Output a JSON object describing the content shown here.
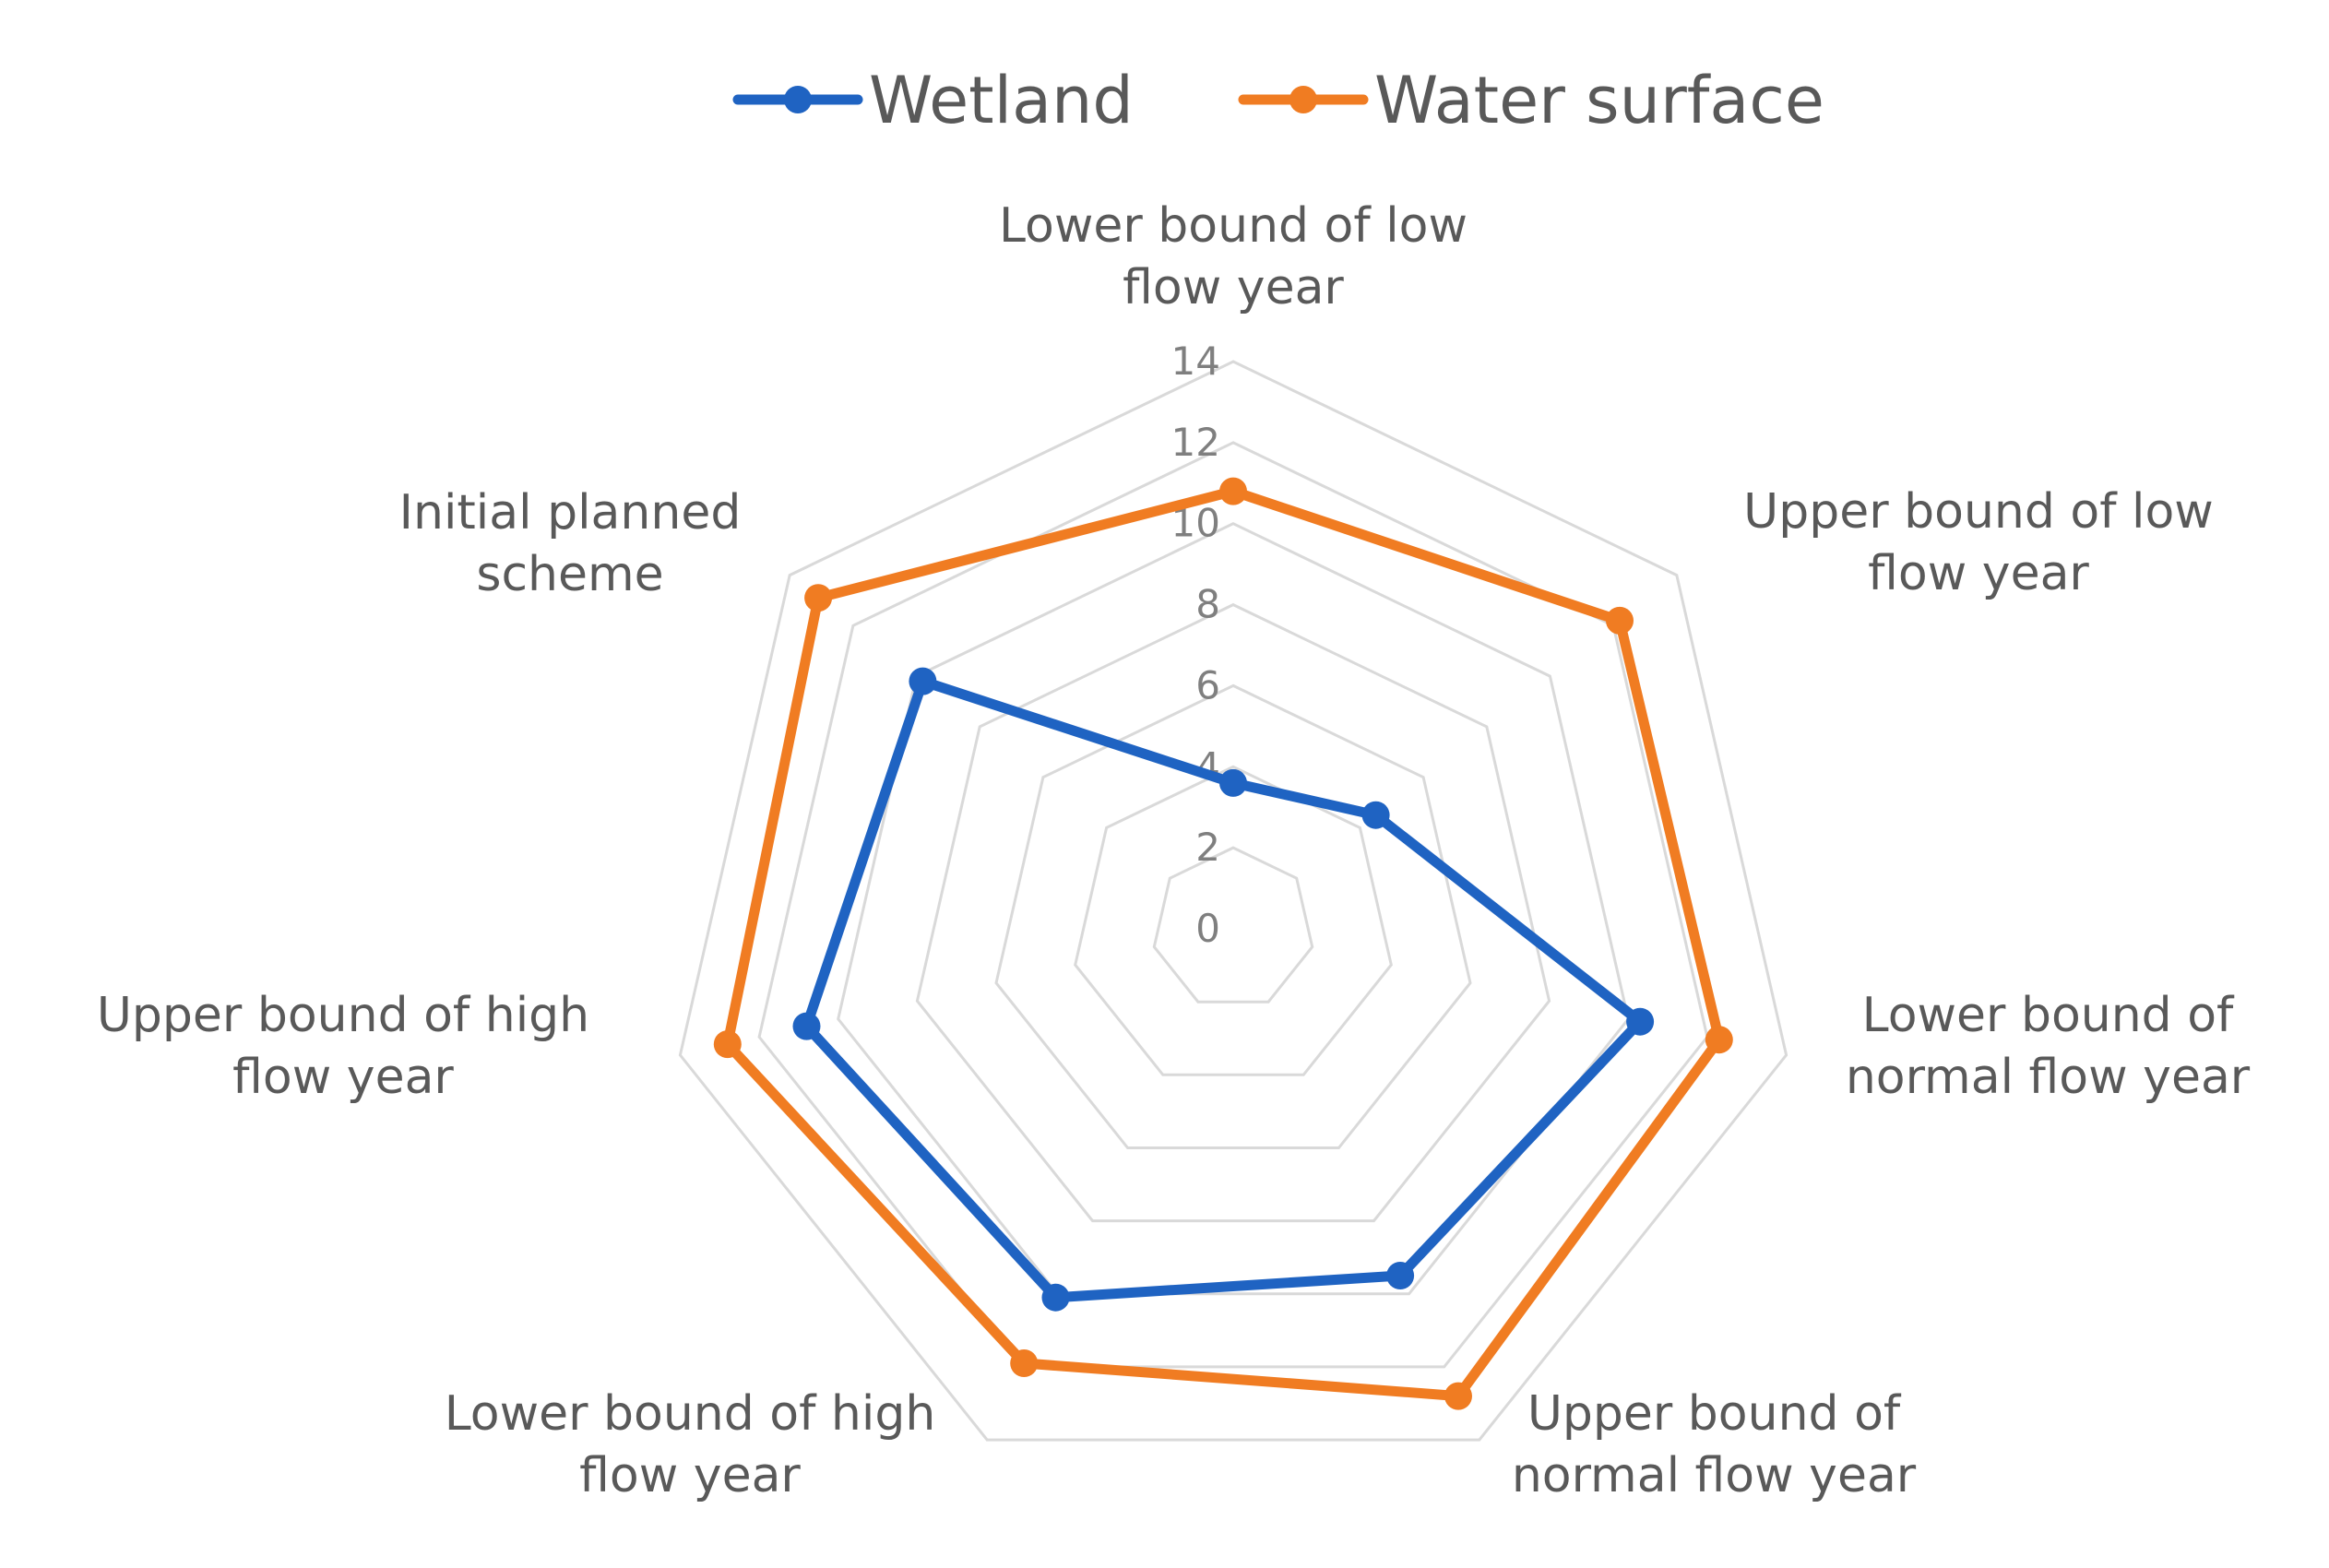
{
  "chart_data": {
    "type": "radar",
    "categories": [
      [
        "Lower bound of low",
        "flow year"
      ],
      [
        "Upper bound of low",
        "flow year"
      ],
      [
        "Lower bound of",
        "normal flow year"
      ],
      [
        "Upper bound of",
        "normal flow year"
      ],
      [
        "Lower bound of high",
        "flow year"
      ],
      [
        "Upper bound of high",
        "flow year"
      ],
      [
        "Initial planned",
        "scheme"
      ]
    ],
    "series": [
      {
        "name": "Wetland",
        "color": "#1f63c2",
        "values": [
          3.6,
          4.5,
          10.3,
          9.5,
          10.1,
          10.8,
          9.8
        ]
      },
      {
        "name": "Water surface",
        "color": "#f07c22",
        "values": [
          10.8,
          12.2,
          12.3,
          12.8,
          11.9,
          12.8,
          13.1
        ]
      }
    ],
    "r_ticks": [
      "0",
      "2",
      "4",
      "6",
      "8",
      "10",
      "12",
      "14"
    ],
    "rlim": [
      0,
      14
    ],
    "grid": true,
    "legend_position": "top"
  }
}
